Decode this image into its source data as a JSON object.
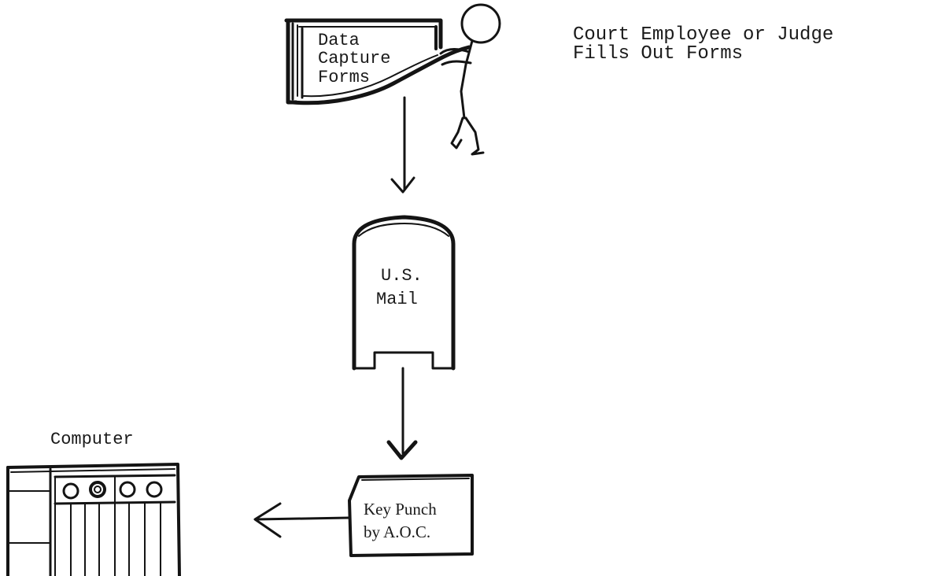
{
  "forms": {
    "line1": "Data",
    "line2": "Capture",
    "line3": "Forms"
  },
  "employee_caption": {
    "line1": "Court Employee or Judge",
    "line2": "Fills Out Forms"
  },
  "mailbox": {
    "line1": "U.S.",
    "line2": "Mail"
  },
  "keypunch": {
    "line1": "Key Punch",
    "line2": "by A.O.C."
  },
  "computer": {
    "label": "Computer"
  },
  "icons": [
    "stick-figure-icon",
    "forms-stack-icon",
    "mailbox-icon",
    "punch-card-icon",
    "computer-cabinet-icon",
    "arrow-down-icon",
    "arrow-left-icon"
  ]
}
